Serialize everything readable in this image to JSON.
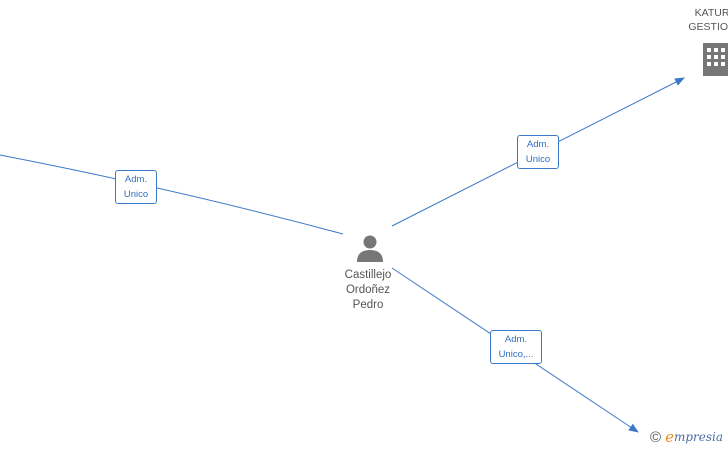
{
  "person": {
    "name": "Castillejo\nOrdoñez\nPedro",
    "icon": "person-icon"
  },
  "company_top_right": {
    "name": "KATUR\nGESTION",
    "icon": "building-icon"
  },
  "edges": [
    {
      "label": "Adm.\nUnico"
    },
    {
      "label": "Adm.\nUnico"
    },
    {
      "label": "Adm.\nUnico,..."
    }
  ],
  "watermark": {
    "copyright": "©",
    "brand_initial": "e",
    "brand_rest": "mpresia"
  },
  "colors": {
    "edge": "#3a78c8",
    "icon": "#777777",
    "text": "#555555"
  }
}
